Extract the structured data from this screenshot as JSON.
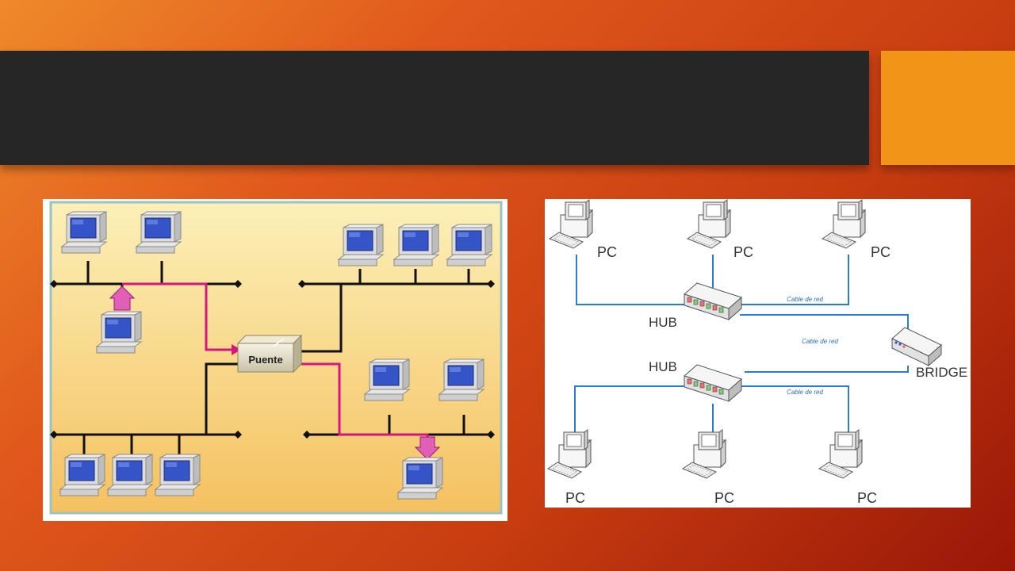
{
  "left_diagram": {
    "bridge_label": "Puente"
  },
  "right_diagram": {
    "pc_label": "PC",
    "hub_label": "HUB",
    "bridge_label": "BRIDGE",
    "cable_label": "Cable de red"
  },
  "colors": {
    "background_start": "#ef8a2a",
    "background_end": "#9a1708",
    "title_bar": "#262626",
    "accent": "#f19418",
    "data_path": "#d6157f",
    "cable": "#2a7dc8"
  }
}
